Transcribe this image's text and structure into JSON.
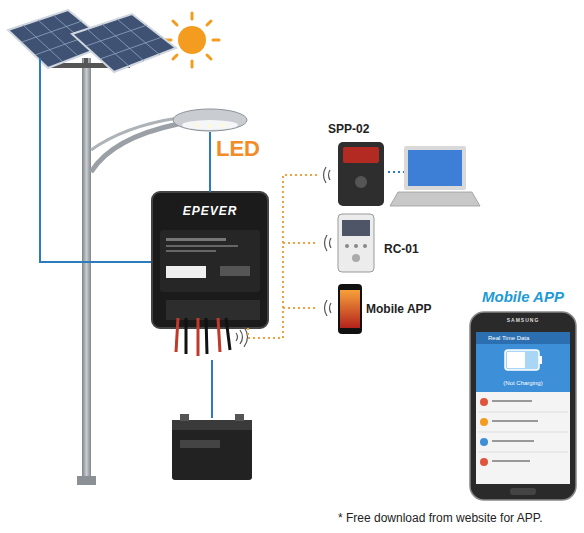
{
  "diagram": {
    "caption": "* Free download from website for APP.",
    "nodes": [
      {
        "text": [
          "LED"
        ]
      },
      {
        "text": [
          "EPEVER"
        ]
      },
      {
        "text": [
          "SPP-02"
        ]
      },
      {
        "text": [
          "RC-01"
        ]
      },
      {
        "text": [
          "Mobile APP"
        ]
      },
      {
        "text": [
          "Mobile APP",
          "SAMSUNG",
          "Real Time Data",
          "(Not Charging)"
        ]
      }
    ],
    "edges": [
      {
        "from": 0,
        "to": 1,
        "arrow": "none"
      },
      {
        "from": 1,
        "to": 2,
        "arrow": "none"
      },
      {
        "from": 1,
        "to": 3,
        "arrow": "none"
      },
      {
        "from": 1,
        "to": 4,
        "arrow": "none"
      }
    ]
  }
}
